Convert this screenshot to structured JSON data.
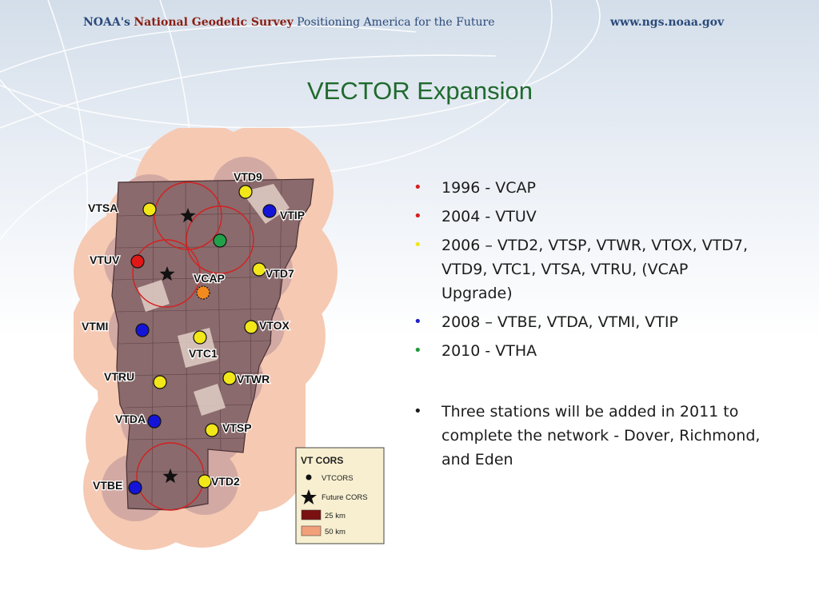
{
  "header": {
    "org_prefix": "NOAA's",
    "org_name": "National Geodetic Survey",
    "tagline": "Positioning America for the Future",
    "url": "www.ngs.noaa.gov"
  },
  "title": "VECTOR Expansion",
  "map": {
    "legend": {
      "title": "VT CORS",
      "items": [
        "VTCORS",
        "Future CORS",
        "25 km",
        "50 km"
      ]
    },
    "stations": [
      {
        "name": "VTD9",
        "color": "#f2e718"
      },
      {
        "name": "VTSA",
        "color": "#f2e718"
      },
      {
        "name": "VTIP",
        "color": "#1414d8"
      },
      {
        "name": "VTUV",
        "color": "#e01818"
      },
      {
        "name": "VTD7",
        "color": "#f2e718"
      },
      {
        "name": "VCAP",
        "color": "#f28a1e"
      },
      {
        "name": "VTMI",
        "color": "#1414d8"
      },
      {
        "name": "VTOX",
        "color": "#f2e718"
      },
      {
        "name": "VTC1",
        "color": "#f2e718"
      },
      {
        "name": "VTRU",
        "color": "#f2e718"
      },
      {
        "name": "VTWR",
        "color": "#f2e718"
      },
      {
        "name": "VTDA",
        "color": "#1414d8"
      },
      {
        "name": "VTSP",
        "color": "#f2e718"
      },
      {
        "name": "VTBE",
        "color": "#1414d8"
      },
      {
        "name": "VTD2",
        "color": "#f2e718"
      },
      {
        "name": "",
        "color": "#23a04a"
      }
    ]
  },
  "bullets": [
    {
      "text": "1996 - VCAP",
      "color": "#d42020"
    },
    {
      "text": "2004 - VTUV",
      "color": "#d42020"
    },
    {
      "text": "2006 – VTD2, VTSP, VTWR, VTOX, VTD7, VTD9, VTC1, VTSA, VTRU, (VCAP Upgrade)",
      "color": "#f2e718"
    },
    {
      "text": "2008 – VTBE, VTDA, VTMI, VTIP",
      "color": "#2020c8"
    },
    {
      "text": "2010 - VTHA",
      "color": "#1f9a3a"
    }
  ],
  "note": {
    "text": "Three stations will be added in 2011 to complete the network -  Dover, Richmond, and Eden",
    "color": "#1c1c1c"
  }
}
